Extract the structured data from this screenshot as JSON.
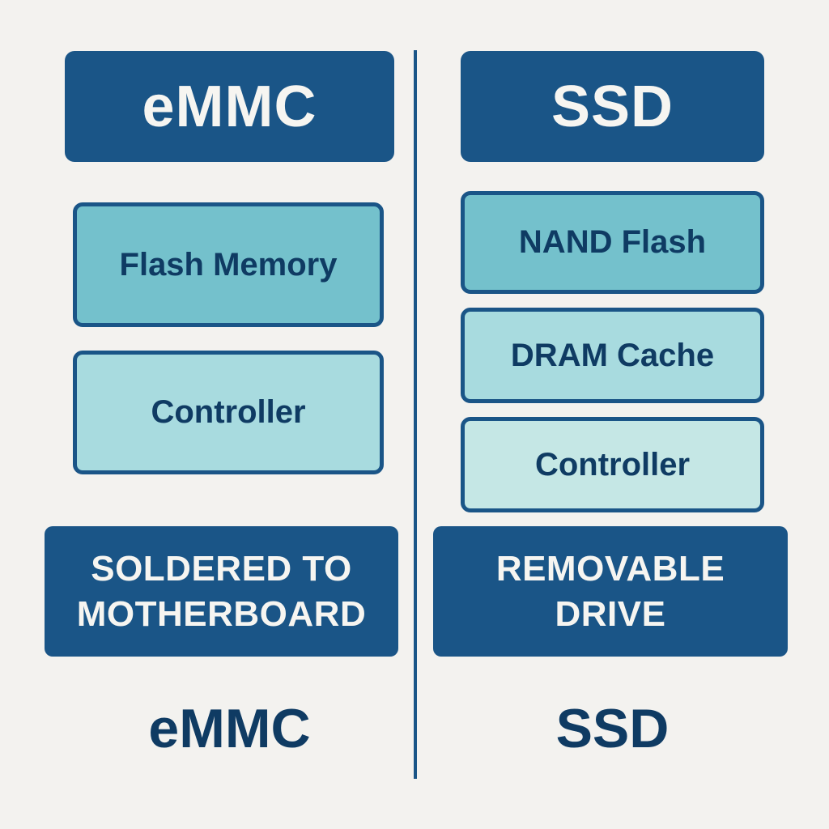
{
  "colors": {
    "background": "#f3f2ef",
    "primary": "#1a5587",
    "text_dark": "#0f3b63",
    "component_dark": "#74c1cc",
    "component_mid": "#a8dbdf",
    "component_light": "#c5e7e5",
    "text_light": "#f6f5f1"
  },
  "left": {
    "header": "eMMC",
    "components": [
      "Flash Memory",
      "Controller"
    ],
    "mount_line1": "SOLDERED TO",
    "mount_line2": "MOTHERBOARD",
    "footer": "eMMC"
  },
  "right": {
    "header": "SSD",
    "components": [
      "NAND Flash",
      "DRAM Cache",
      "Controller"
    ],
    "mount_line1": "REMOVABLE",
    "mount_line2": "DRIVE",
    "footer": "SSD"
  }
}
